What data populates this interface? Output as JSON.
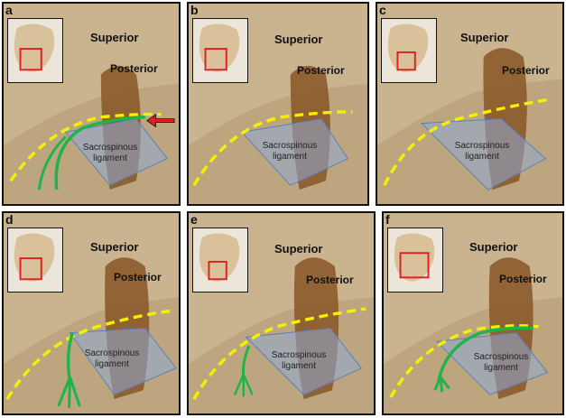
{
  "labels": {
    "superior": "Superior",
    "posterior": "Posterior",
    "ligament_line1": "Sacrospinous",
    "ligament_line2": "ligament"
  },
  "panels": [
    {
      "letter": "a",
      "nerve": "curve-branch",
      "arrow": true
    },
    {
      "letter": "b",
      "nerve": "none",
      "arrow": false
    },
    {
      "letter": "c",
      "nerve": "none",
      "arrow": false
    },
    {
      "letter": "d",
      "nerve": "trifurcate",
      "arrow": false
    },
    {
      "letter": "e",
      "nerve": "trifurcate-small",
      "arrow": false
    },
    {
      "letter": "f",
      "nerve": "curve-fan",
      "arrow": false
    }
  ],
  "colors": {
    "bone": "#c9b48f",
    "bone_shadow": "#8a6a45",
    "muscle": "#8b5a2b",
    "ligament_fill": "#8ea9d6",
    "ligament_stroke": "#5b7fb8",
    "dashed_line": "#f5f000",
    "nerve": "#1db44a",
    "inset_box": "#e02020",
    "arrow": "#e02020"
  }
}
